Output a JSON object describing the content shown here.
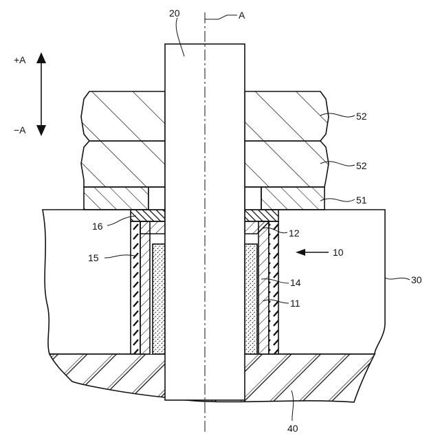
{
  "figure": {
    "direction_plus": "+A",
    "direction_minus": "−A",
    "axis_label": "A",
    "labels": {
      "shaft": "20",
      "nut_upper": "52",
      "nut_lower": "52",
      "washer": "51",
      "seal": "16",
      "sleeve": "12",
      "insulator": "15",
      "assembly": "10",
      "base": "30",
      "filler": "14",
      "liner": "11",
      "bottom": "40"
    }
  }
}
